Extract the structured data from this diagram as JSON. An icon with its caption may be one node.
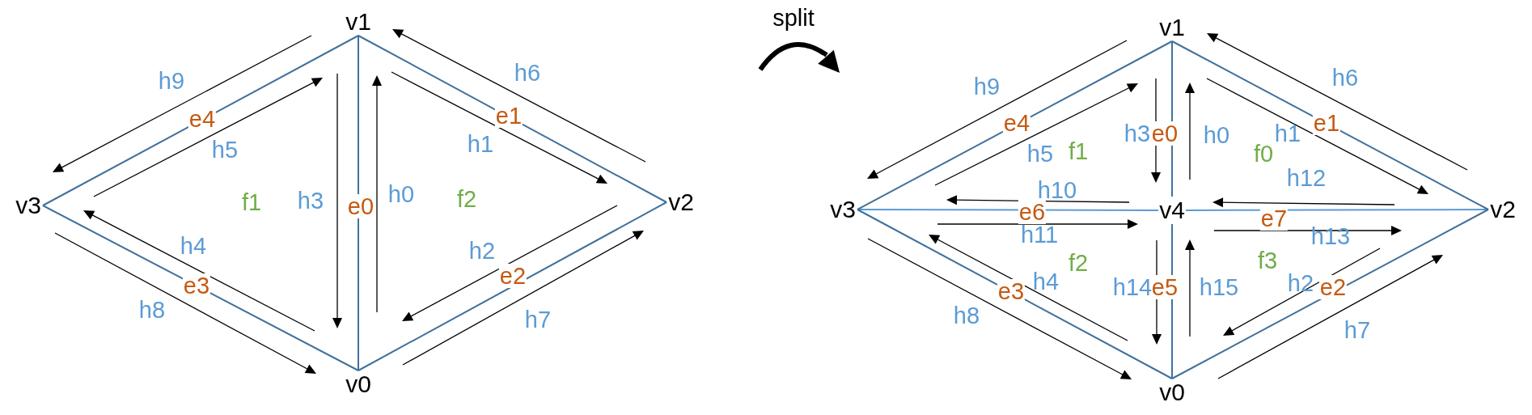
{
  "diagram": {
    "nodes": [
      {
        "text": [
          "v1"
        ]
      },
      {
        "text": [
          "v3"
        ]
      },
      {
        "text": [
          "v2"
        ]
      },
      {
        "text": [
          "v0"
        ]
      },
      {
        "text": [
          "v1"
        ]
      },
      {
        "text": [
          "v3"
        ]
      },
      {
        "text": [
          "v4"
        ]
      },
      {
        "text": [
          "v2"
        ]
      },
      {
        "text": [
          "v0"
        ]
      }
    ],
    "edges": [
      {
        "from": 0,
        "to": 3,
        "arrow": "none",
        "label": "e0"
      },
      {
        "from": 0,
        "to": 2,
        "arrow": "none",
        "label": "e1"
      },
      {
        "from": 3,
        "to": 2,
        "arrow": "none",
        "label": "e2"
      },
      {
        "from": 1,
        "to": 3,
        "arrow": "none",
        "label": "e3"
      },
      {
        "from": 1,
        "to": 0,
        "arrow": "none",
        "label": "e4"
      },
      {
        "from": 4,
        "to": 6,
        "arrow": "none",
        "label": "e0"
      },
      {
        "from": 6,
        "to": 8,
        "arrow": "none",
        "label": "e5"
      },
      {
        "from": 5,
        "to": 6,
        "arrow": "none",
        "label": "e6",
        "color": "#5b9bd5"
      },
      {
        "from": 6,
        "to": 7,
        "arrow": "none",
        "label": "e7",
        "color": "#5b9bd5"
      },
      {
        "from": 4,
        "to": 7,
        "arrow": "none",
        "label": "e1"
      },
      {
        "from": 8,
        "to": 7,
        "arrow": "none",
        "label": "e2"
      },
      {
        "from": 5,
        "to": 8,
        "arrow": "none",
        "label": "e3"
      },
      {
        "from": 5,
        "to": 4,
        "arrow": "none",
        "label": "e4"
      }
    ],
    "labels": [
      "h9",
      "h6",
      "h5",
      "h1",
      "f1",
      "h3",
      "h0",
      "f2",
      "h4",
      "h2",
      "h8",
      "h7",
      "split",
      "h9",
      "h6",
      "h3",
      "h0",
      "h1",
      "h5",
      "f1",
      "f0",
      "h10",
      "h12",
      "h11",
      "h13",
      "f2",
      "f3",
      "h4",
      "h14",
      "h15",
      "h2",
      "h8",
      "h7"
    ]
  }
}
